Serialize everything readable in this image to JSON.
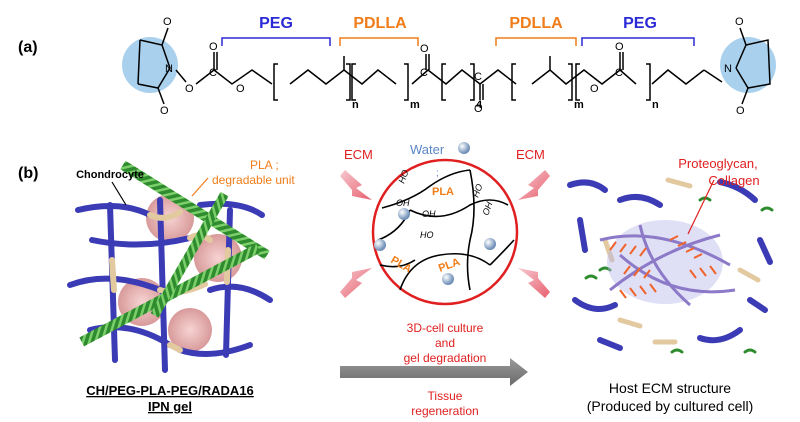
{
  "panel_a": {
    "label": "(a)",
    "brackets": [
      "PEG",
      "PDLLA",
      "PDLLA",
      "PEG"
    ],
    "atoms": {
      "O": "O",
      "N": "N",
      "C": "C"
    },
    "subscripts": {
      "n": "n",
      "m": "m",
      "four": "4"
    }
  },
  "panel_b": {
    "label": "(b)",
    "gel": {
      "chondrocyte": "Chondrocyte",
      "pla_label_1": "PLA ;",
      "pla_label_2": "degradable unit",
      "caption_1": "CH/PEG-PLA-PEG/RADA16",
      "caption_2": "IPN gel"
    },
    "center": {
      "ecm_left": "ECM",
      "water": "Water",
      "ecm_right": "ECM",
      "semicolon": ";",
      "ho": "HO",
      "oh": "OH",
      "pla": "PLA",
      "arrow_text_1": "3D-cell culture",
      "arrow_text_2": "and",
      "arrow_text_3": "gel degradation",
      "tissue_1": "Tissue",
      "tissue_2": "regeneration"
    },
    "right": {
      "proteoglycan": "Proteoglycan,",
      "collagen": "Collagen",
      "host_1": "Host ECM structure",
      "host_2": "(Produced by cultured cell)"
    }
  },
  "colors": {
    "peg": "#2a2ad6",
    "pdlla": "#f07d1a",
    "ecm_red": "#e02020",
    "water_blue": "#5b86c5",
    "nhs_fill": "#a9d1ee",
    "rada_green": "#2e8b2e",
    "fiber_purple": "#3b3bb5"
  }
}
